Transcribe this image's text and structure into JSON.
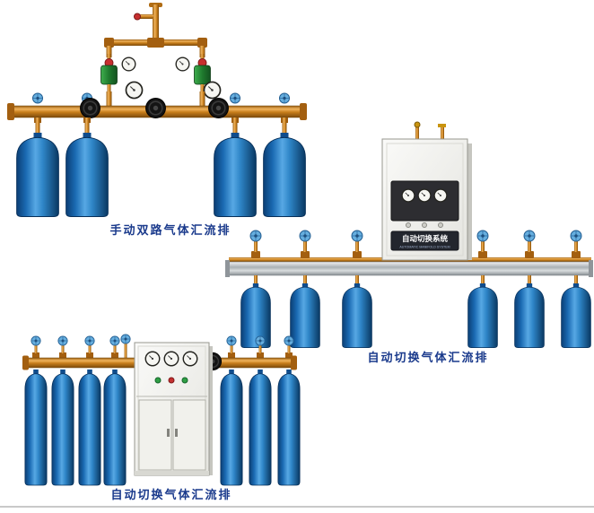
{
  "products": [
    {
      "id": "manual-dual-manifold",
      "caption": "手动双路气体汇流排"
    },
    {
      "id": "auto-switch-manifold-right",
      "caption": "自动切换气体汇流排",
      "cabinet_label": "自动切换系统",
      "cabinet_sublabel": "AUTOMATIC MANIFOLD SYSTEM"
    },
    {
      "id": "auto-switch-manifold-bottom",
      "caption": "自动切换气体汇流排"
    }
  ],
  "colors": {
    "caption_text": "#1a3a8c",
    "cylinder_blue": "#2f86c8",
    "brass_pipe": "#c67d1a",
    "regulator_green": "#1f7a2e",
    "rail_silver": "#b8bcc0",
    "cabinet_white": "#f0f0ec",
    "background": "#ffffff"
  }
}
